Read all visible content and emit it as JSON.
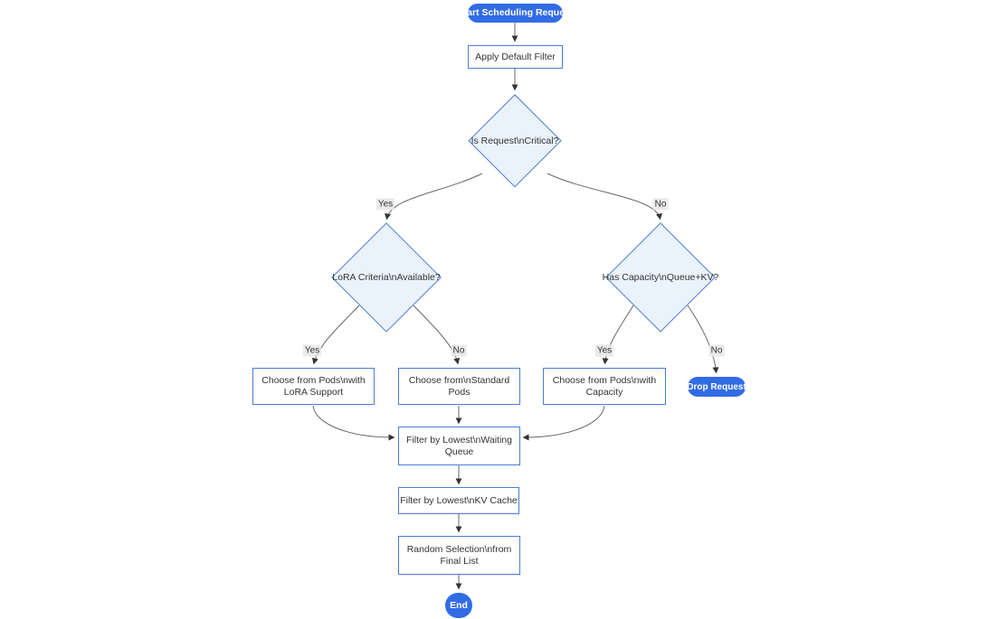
{
  "nodes": {
    "start": {
      "shape": "stadium",
      "lines": [
        "Start Scheduling Request"
      ]
    },
    "apply_default_filter": {
      "shape": "rect",
      "lines": [
        "Apply Default Filter"
      ]
    },
    "is_critical": {
      "shape": "diamond",
      "lines": [
        "Is Request\\nCritical?"
      ]
    },
    "lora_criteria": {
      "shape": "diamond",
      "lines": [
        "LoRA Criteria\\nAvailable?"
      ]
    },
    "has_capacity": {
      "shape": "diamond",
      "lines": [
        "Has Capacity\\nQueue+KV?"
      ]
    },
    "choose_lora_pods": {
      "shape": "rect",
      "lines": [
        "Choose from Pods\\nwith",
        "LoRA Support"
      ]
    },
    "choose_standard_pods": {
      "shape": "rect",
      "lines": [
        "Choose from\\nStandard",
        "Pods"
      ]
    },
    "choose_capacity_pods": {
      "shape": "rect",
      "lines": [
        "Choose from Pods\\nwith",
        "Capacity"
      ]
    },
    "drop_request": {
      "shape": "stadium",
      "lines": [
        "Drop Request"
      ]
    },
    "filter_waiting_queue": {
      "shape": "rect",
      "lines": [
        "Filter by Lowest\\nWaiting",
        "Queue"
      ]
    },
    "filter_kv_cache": {
      "shape": "rect",
      "lines": [
        "Filter by Lowest\\nKV Cache"
      ]
    },
    "random_selection": {
      "shape": "rect",
      "lines": [
        "Random Selection\\nfrom",
        "Final List"
      ]
    },
    "end": {
      "shape": "stadium",
      "lines": [
        "End"
      ]
    }
  },
  "edge_labels": {
    "critical_yes": "Yes",
    "critical_no": "No",
    "lora_yes": "Yes",
    "lora_no": "No",
    "capacity_yes": "Yes",
    "capacity_no": "No"
  },
  "colors": {
    "accent_node_fill": "#326ce5",
    "accent_node_text": "#ffffff",
    "shape_border": "#4a7ed6",
    "diamond_fill": "#eaf2fc",
    "rect_fill": "#ffffff",
    "edge_line": "#666666",
    "arrowhead": "#333333",
    "edge_label_bg": "#e8e8e8",
    "node_text": "#333333"
  }
}
